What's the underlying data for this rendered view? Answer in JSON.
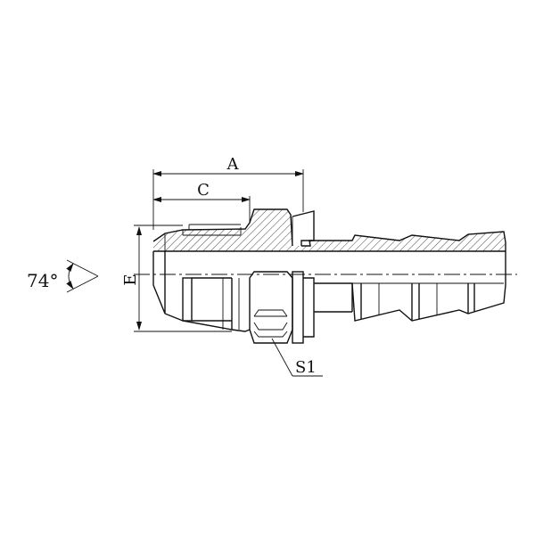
{
  "drawing": {
    "labels": {
      "dim_a": "A",
      "dim_c": "C",
      "dim_e": "E",
      "angle": "74°",
      "hex_size": "S1"
    }
  }
}
